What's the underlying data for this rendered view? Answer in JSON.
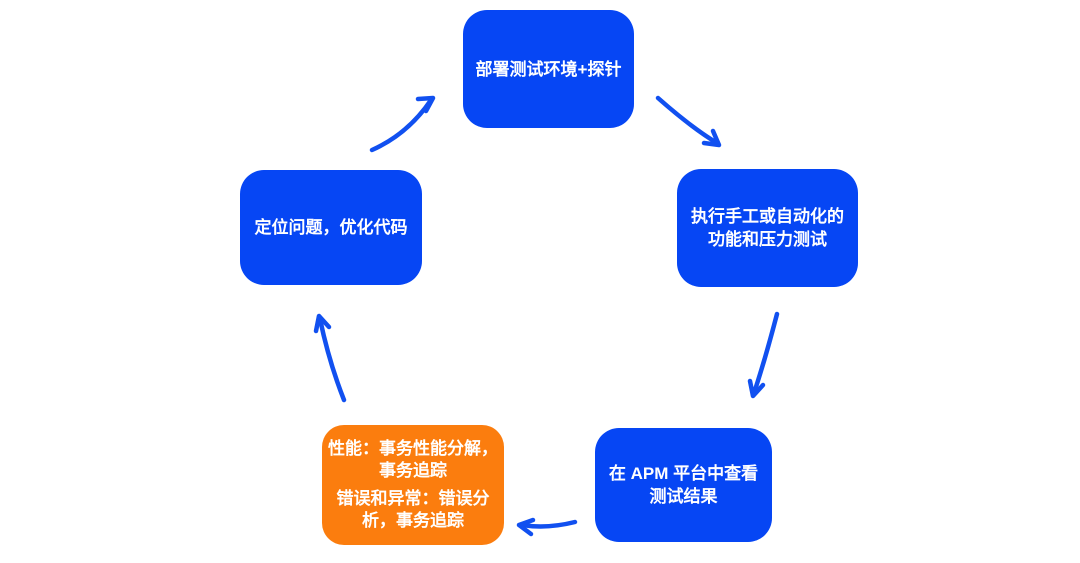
{
  "colors": {
    "node-blue": "#0646f4",
    "node-orange": "#fb7d0e",
    "arrow-blue": "#1150f0",
    "node-text": "#ffffff",
    "background": "#ffffff"
  },
  "nodes": {
    "deploy": {
      "lines": [
        "部署测试环境+探针"
      ],
      "color": "blue"
    },
    "execute": {
      "lines": [
        "执行手工或自动化的",
        "功能和压力测试"
      ],
      "color": "blue"
    },
    "view": {
      "lines": [
        "在 APM 平台中查看",
        "测试结果"
      ],
      "color": "blue"
    },
    "analysis": {
      "paragraphs": [
        [
          "性能：事务性能分解，",
          "事务追踪"
        ],
        [
          "错误和异常：错误分",
          "析，事务追踪"
        ]
      ],
      "color": "orange"
    },
    "fix": {
      "lines": [
        "定位问题，优化代码"
      ],
      "color": "blue"
    }
  },
  "arrows": [
    {
      "from": "deploy",
      "to": "execute"
    },
    {
      "from": "execute",
      "to": "view"
    },
    {
      "from": "view",
      "to": "analysis"
    },
    {
      "from": "analysis",
      "to": "fix"
    },
    {
      "from": "fix",
      "to": "deploy"
    }
  ]
}
